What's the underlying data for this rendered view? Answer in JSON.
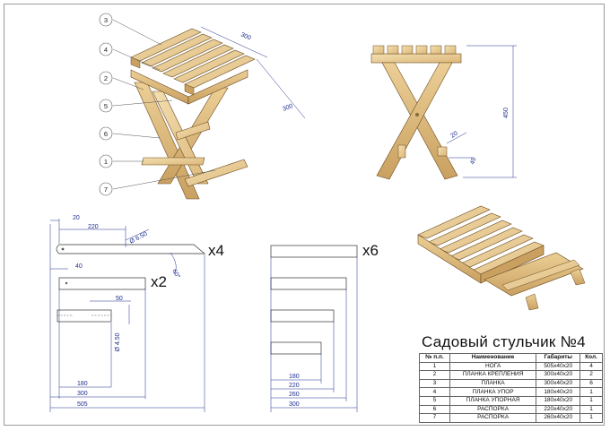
{
  "title": "Садовый стульчик №4",
  "iso": {
    "callouts": [
      "3",
      "4",
      "2",
      "5",
      "6",
      "1",
      "7"
    ],
    "dims": [
      "300",
      "300"
    ]
  },
  "side": {
    "dims": [
      "450",
      "20",
      "45"
    ]
  },
  "leg": {
    "dims": [
      "20",
      "220",
      "Ø 6.50",
      "40",
      "60°",
      "50",
      "Ø 4.50",
      "180",
      "300",
      "505"
    ],
    "qty_top": "x4",
    "qty_plank": "x2"
  },
  "slat": {
    "dims": [
      "180",
      "220",
      "260",
      "300"
    ],
    "qty": "x6"
  },
  "table": {
    "headers": [
      "№ п.п.",
      "Наименование",
      "Габариты",
      "Кол."
    ],
    "rows": [
      [
        "1",
        "НОГА",
        "505x40x20",
        "4"
      ],
      [
        "2",
        "ПЛАНКА КРЕПЛЕНИЯ",
        "300x40x20",
        "2"
      ],
      [
        "3",
        "ПЛАНКА",
        "300x40x20",
        "6"
      ],
      [
        "4",
        "ПЛАНКА УПОР",
        "180x40x20",
        "1"
      ],
      [
        "5",
        "ПЛАНКА УПОРНАЯ",
        "180x40x20",
        "1"
      ],
      [
        "6",
        "РАСПОРКА",
        "220x40x20",
        "1"
      ],
      [
        "7",
        "РАСПОРКА",
        "260x40x20",
        "1"
      ]
    ]
  },
  "colors": {
    "wood_light": "#f3dfb0",
    "wood_dark": "#c9a060",
    "dimension": "#1f2f8f"
  }
}
